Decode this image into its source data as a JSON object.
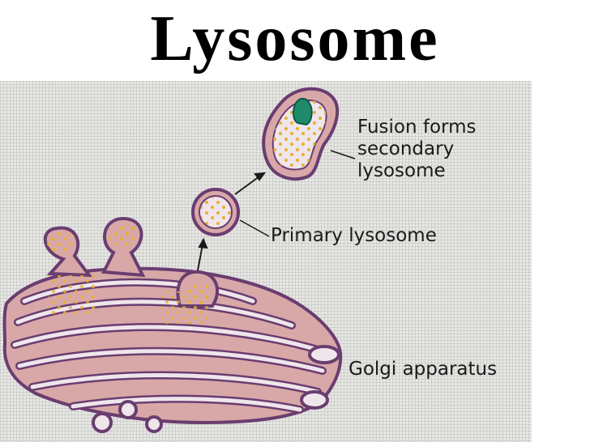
{
  "title": "Lysosome",
  "labels": {
    "fusion": "Fusion forms\nsecondary\nlysosome",
    "primary": "Primary lysosome",
    "golgi": "Golgi apparatus"
  },
  "colors": {
    "membrane_fill": "#d8a8a8",
    "membrane_stroke": "#6a3d70",
    "lumen": "#efe6ec",
    "enzyme_dots": "#e8b030",
    "engulfed_particle": "#1f8a6a",
    "background": "#e7e7e4"
  }
}
